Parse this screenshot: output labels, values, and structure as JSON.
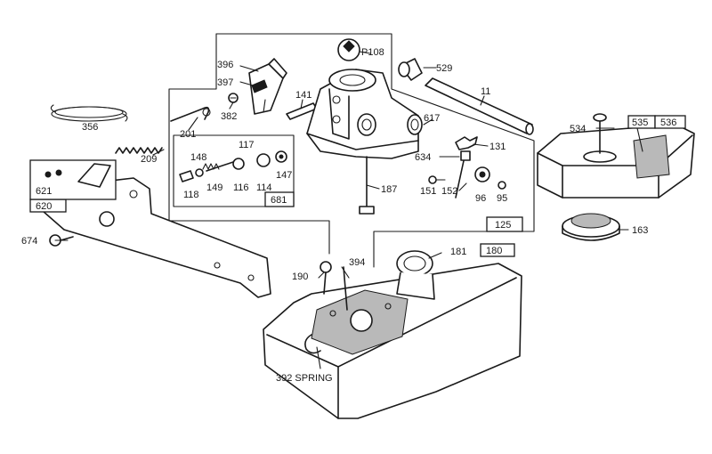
{
  "labels": {
    "p356": "356",
    "p396": "396",
    "p397": "397",
    "p382": "382",
    "p201": "201",
    "p209": "209",
    "p141": "141",
    "p108": "P108",
    "p529": "529",
    "p11": "11",
    "p617": "617",
    "p131": "131",
    "p634": "634",
    "p151": "151",
    "p152": "152",
    "p96": "96",
    "p95": "95",
    "p187": "187",
    "p125": "125",
    "p117": "117",
    "p148": "148",
    "p118": "118",
    "p149": "149",
    "p116": "116",
    "p114": "114",
    "p147": "147",
    "p681": "681",
    "p534": "534",
    "p535": "535",
    "p536": "536",
    "p163": "163",
    "p621": "621",
    "p620": "620",
    "p674": "674",
    "p181": "181",
    "p180": "180",
    "p190": "190",
    "p394": "394",
    "p392": "392 SPRING"
  }
}
